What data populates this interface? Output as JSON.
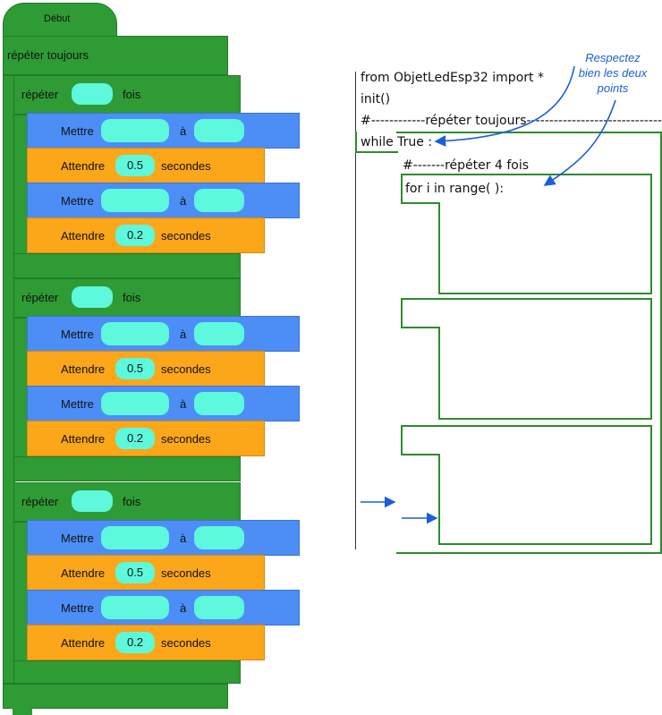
{
  "blocks": {
    "start_label": "Début",
    "forever_label": "répéter  toujours",
    "repeat_label": "répéter",
    "times_label": "fois",
    "set_label": "Mettre",
    "to_label": "à",
    "wait_label": "Attendre",
    "seconds_label": "secondes",
    "groups": [
      {
        "wait1": "0.5",
        "wait2": "0.2"
      },
      {
        "wait1": "0.5",
        "wait2": "0.2"
      },
      {
        "wait1": "0.5",
        "wait2": "0.2"
      }
    ]
  },
  "code": {
    "line1": "from ObjetLedEsp32 import *",
    "line2": "init()",
    "line3": "#------------répéter toujours------------------------------",
    "line4": "while True :",
    "line5": "#-------répéter 4 fois",
    "line6": "for i in range(            ):"
  },
  "note": {
    "line1": "Respectez",
    "line2": "bien les deux",
    "line3": "points"
  },
  "colors": {
    "green": "#2e9b35",
    "blue": "#4c8ef5",
    "orange": "#fca61a",
    "cyan_input": "#5ef8dc",
    "arrow": "#1a5fd8",
    "frame": "#2e8b2e"
  }
}
